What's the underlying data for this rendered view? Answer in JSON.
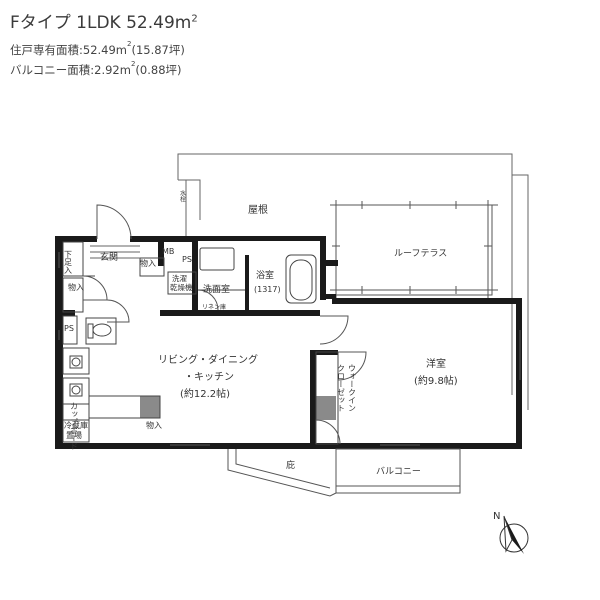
{
  "header": {
    "title": "Fタイプ  1LDK  52.49m",
    "title_sup": "2",
    "private_area_label": "住戸専有面積:52.49m",
    "private_area_sup": "2",
    "private_area_tsubo": "(15.87坪)",
    "balcony_area_label": "バルコニー面積:2.92m",
    "balcony_area_sup": "2",
    "balcony_area_tsubo": "(0.88坪)"
  },
  "rooms": {
    "roof": "屋根",
    "roof_terrace": "ルーフテラス",
    "entrance": "玄関",
    "shoe_box": "下足入",
    "storage_top": "物入",
    "storage_mid": "物入",
    "storage_bottom": "物入",
    "mb": "MB",
    "ps_top": "PS",
    "ps_left": "PS",
    "washer": "洗濯",
    "dryer": "乾燥機",
    "washroom": "洗面室",
    "linen": "リネン庫",
    "bath": "浴室",
    "bath_size": "(1317)",
    "ldk_1": "リビング・ダイニング",
    "ldk_2": "・キッチン",
    "ldk_size": "(約12.2帖)",
    "western": "洋室",
    "western_size": "(約9.8帖)",
    "wic": "ウォークイン",
    "wic2": "クローゼット",
    "cupboard": "カップボード",
    "fridge": "冷蔵庫",
    "fridge2": "置場",
    "eaves": "庇",
    "balcony": "バルコニー",
    "hydrant": "水栓",
    "north": "N"
  },
  "colors": {
    "wall": "#1a1a1a",
    "line": "#555555",
    "pillar_gray": "#8a8a8a"
  }
}
